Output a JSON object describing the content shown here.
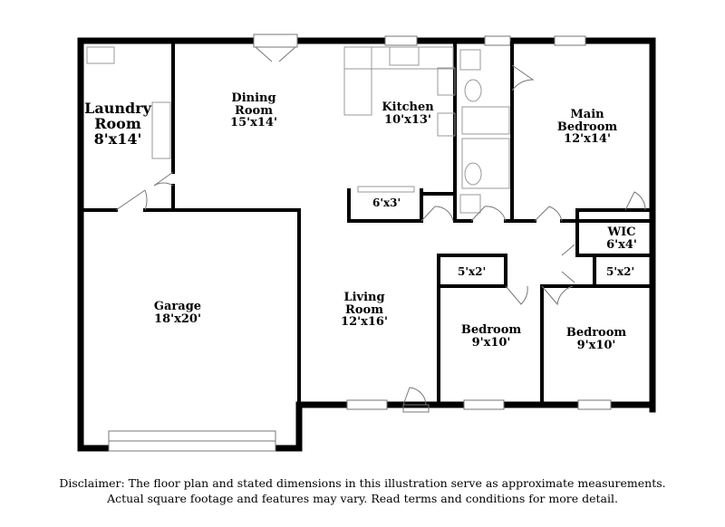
{
  "rooms": {
    "laundry": {
      "name": "Laundry Room",
      "name1": "Laundry",
      "name2": "Room",
      "dims": "8'x14'"
    },
    "dining": {
      "name1": "Dining",
      "name2": "Room",
      "dims": "15'x14'"
    },
    "kitchen": {
      "name": "Kitchen",
      "dims": "10'x13'"
    },
    "main_bedroom": {
      "name1": "Main",
      "name2": "Bedroom",
      "dims": "12'x14'"
    },
    "garage": {
      "name": "Garage",
      "dims": "18'x20'"
    },
    "living": {
      "name1": "Living",
      "name2": "Room",
      "dims": "12'x16'"
    },
    "bedroom_2": {
      "name": "Bedroom",
      "dims": "9'x10'"
    },
    "bedroom_3": {
      "name": "Bedroom",
      "dims": "9'x10'"
    },
    "wic": {
      "name": "WIC",
      "dims": "6'x4'"
    }
  },
  "closets": {
    "pantry": "6'x3'",
    "closet_bed2": "5'x2'",
    "closet_bed3": "5'x2'"
  },
  "disclaimer": {
    "line1": "Disclaimer: The floor plan and stated dimensions in this illustration serve as approximate measurements.",
    "line2": "Actual square footage and features may vary. Read terms and conditions for more detail."
  },
  "colors": {
    "wall": "#000000",
    "fixture": "#999999",
    "background": "#ffffff"
  }
}
